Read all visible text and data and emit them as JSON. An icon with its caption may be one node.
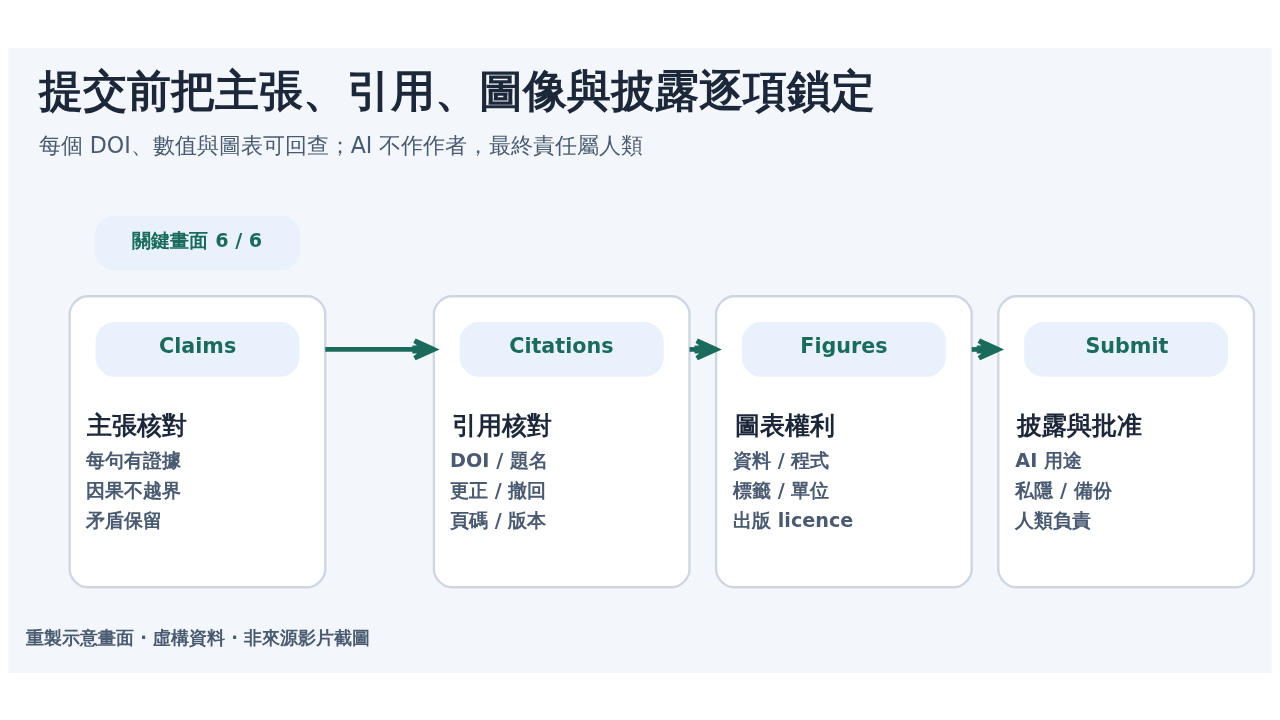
{
  "diagram": {
    "title": "提交前把主張、引用、圖像與披露逐項鎖定",
    "caption": "每個 DOI、數值與圖表可回查；AI 不作作者，最終責任屬人類",
    "nodes": [
      {
        "text": [
          "關鍵畫面 6 / 6"
        ]
      },
      {
        "text": [
          "主張核對",
          "每句有證據",
          "因果不越界",
          "矛盾保留"
        ]
      },
      {
        "text": [
          "Claims"
        ],
        "in": 1
      },
      {
        "text": [
          "引用核對",
          "DOI / 題名",
          "更正 / 撤回",
          "頁碼 / 版本"
        ]
      },
      {
        "text": [
          "Citations"
        ],
        "in": 3
      },
      {
        "text": [
          "圖表權利",
          "資料 / 程式",
          "標籤 / 單位",
          "出版 licence"
        ]
      },
      {
        "text": [
          "Figures"
        ],
        "in": 5
      },
      {
        "text": [
          "披露與批准",
          "AI 用途",
          "私隱 / 備份",
          "人類負責"
        ]
      },
      {
        "text": [
          "Submit"
        ],
        "in": 7
      }
    ],
    "edges": [
      {
        "from": 1,
        "to": 3,
        "arrow": "to"
      },
      {
        "from": 3,
        "to": 5,
        "arrow": "to"
      },
      {
        "from": 5,
        "to": 7,
        "arrow": "to"
      }
    ],
    "labels": [
      "重製示意畫面 · 虛構資料 · 非來源影片截圖"
    ]
  }
}
